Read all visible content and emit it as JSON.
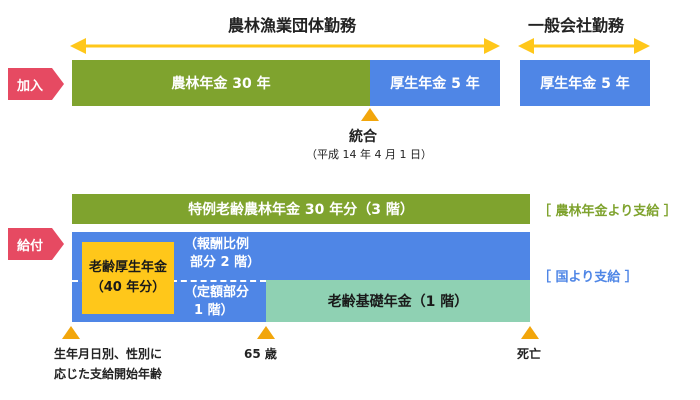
{
  "header": {
    "left_title": "農林漁業団体勤務",
    "right_title": "一般会社勤務"
  },
  "enroll": {
    "tag": "加入",
    "bar_nouryin": "農林年金 30 年",
    "bar_kousei_1": "厚生年金 5 年",
    "bar_kousei_2": "厚生年金 5 年",
    "merge_label": "統合",
    "merge_date": "（平成 14 年 4 月 1 日）"
  },
  "benefit": {
    "tag": "給付",
    "special_bar": "特例老齢農林年金 30 年分（3 階）",
    "special_side": "［ 農林年金より支給 ］",
    "yellow_box_line1": "老齢厚生年金",
    "yellow_box_line2": "（40 年分）",
    "remun_line1": "（報酬比例",
    "remun_line2": "部分 2 階）",
    "fixed_line1": "（定額部分",
    "fixed_line2": "1 階）",
    "basic_bar": "老齢基礎年金（1 階）",
    "state_side": "［ 国より支給 ］"
  },
  "timeline": {
    "start_line1": "生年月日別、性別に",
    "start_line2": "応じた支給開始年齢",
    "age65": "65 歳",
    "death": "死亡"
  },
  "colors": {
    "green": "#7fa32e",
    "blue": "#4f86e6",
    "mint": "#8fd1b3",
    "yellow": "#ffc71a",
    "orange_marker": "#f2a60c",
    "red_tag": "#e64a62",
    "bracket_green": "#7fa32e",
    "bracket_blue": "#4f86e6"
  }
}
